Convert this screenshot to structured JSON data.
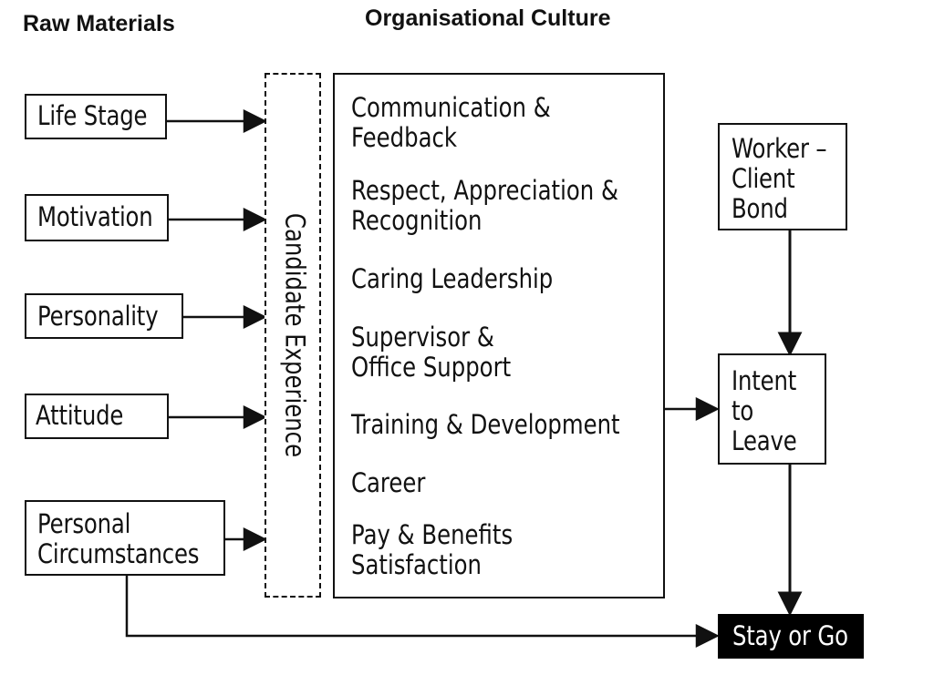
{
  "headings": {
    "raw_materials": "Raw Materials",
    "organisational_culture": "Organisational Culture"
  },
  "raw_materials": [
    {
      "label": "Life Stage"
    },
    {
      "label": "Motivation"
    },
    {
      "label": "Personality"
    },
    {
      "label": "Attitude"
    },
    {
      "label": "Personal Circumstances",
      "lines": [
        "Personal",
        "Circumstances"
      ]
    }
  ],
  "candidate_experience": "Candidate Experience",
  "culture_items": [
    {
      "lines": [
        "Communication &",
        "Feedback"
      ]
    },
    {
      "lines": [
        "Respect, Appreciation &",
        "Recognition"
      ]
    },
    {
      "lines": [
        "Caring Leadership"
      ]
    },
    {
      "lines": [
        "Supervisor &",
        "Office Support"
      ]
    },
    {
      "lines": [
        "Training & Development"
      ]
    },
    {
      "lines": [
        "Career"
      ]
    },
    {
      "lines": [
        "Pay & Benefits",
        "Satisfaction"
      ]
    }
  ],
  "worker_client_bond": {
    "lines": [
      "Worker –",
      "Client",
      "Bond"
    ]
  },
  "intent_to_leave": {
    "lines": [
      "Intent",
      "to",
      "Leave"
    ]
  },
  "stay_or_go": "Stay or Go",
  "colors": {
    "stroke": "#111111",
    "outcome_fill": "#000000",
    "outcome_text": "#ffffff"
  }
}
